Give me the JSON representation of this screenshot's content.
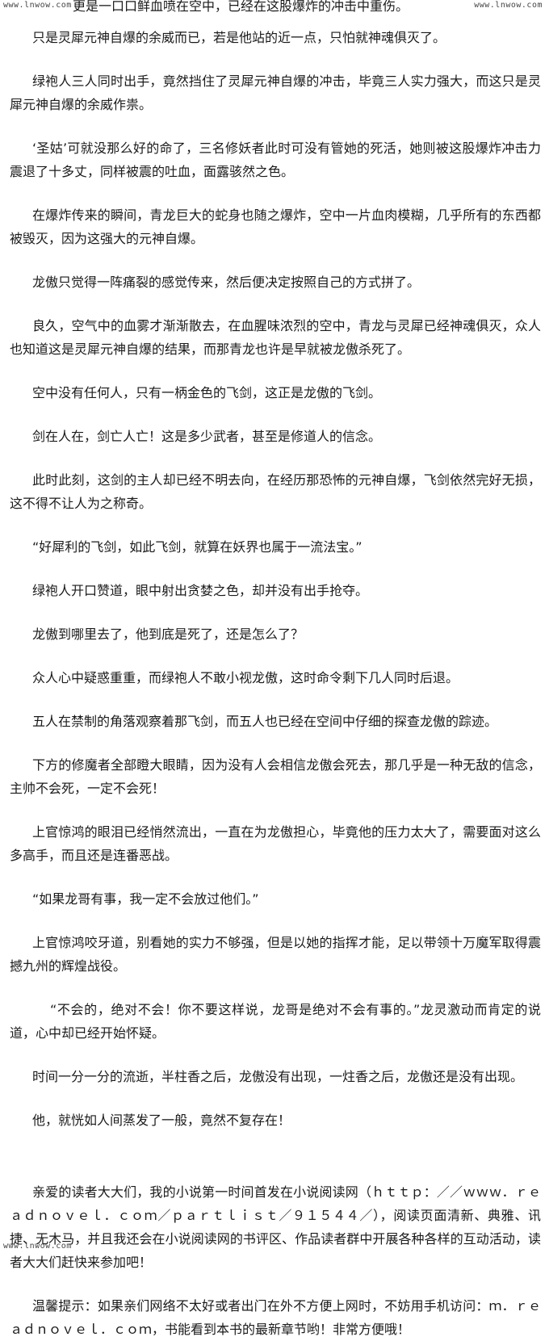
{
  "watermark": {
    "top_left": "www.lnwow.com",
    "top_right": "www.lnwow.com",
    "bottom_left": "www.lnwow.com"
  },
  "top_fragment": "更是一口口鲜血喷在空中，已经在这股爆炸的冲击中重伤。",
  "paragraphs": [
    "只是灵犀元神自爆的余威而已，若是他站的近一点，只怕就神魂俱灭了。",
    "绿袍人三人同时出手，竟然挡住了灵犀元神自爆的冲击，毕竟三人实力强大，而这只是灵犀元神自爆的余威作祟。",
    "‘圣姑’可就没那么好的命了，三名修妖者此时可没有管她的死活，她则被这股爆炸冲击力震退了十多丈，同样被震的吐血，面露骇然之色。",
    "在爆炸传来的瞬间，青龙巨大的蛇身也随之爆炸，空中一片血肉模糊，几乎所有的东西都被毁灭，因为这强大的元神自爆。",
    "龙傲只觉得一阵痛裂的感觉传来，然后便决定按照自己的方式拼了。",
    "良久，空气中的血雾才渐渐散去，在血腥味浓烈的空中，青龙与灵犀已经神魂俱灭，众人也知道这是灵犀元神自爆的结果，而那青龙也许是早就被龙傲杀死了。",
    "空中没有任何人，只有一柄金色的飞剑，这正是龙傲的飞剑。",
    "剑在人在，剑亡人亡！这是多少武者，甚至是修道人的信念。",
    "此时此刻，这剑的主人却已经不明去向，在经历那恐怖的元神自爆，飞剑依然完好无损，这不得不让人为之称奇。",
    "“好犀利的飞剑，如此飞剑，就算在妖界也属于一流法宝。”",
    "绿袍人开口赞道，眼中射出贪婪之色，却并没有出手抢夺。",
    "龙傲到哪里去了，他到底是死了，还是怎么了？",
    "众人心中疑惑重重，而绿袍人不敢小视龙傲，这时命令剩下几人同时后退。",
    "五人在禁制的角落观察着那飞剑，而五人也已经在空间中仔细的探查龙傲的踪迹。",
    "下方的修魔者全部瞪大眼睛，因为没有人会相信龙傲会死去，那几乎是一种无敌的信念，主帅不会死，一定不会死！",
    "上官惊鸿的眼泪已经悄然流出，一直在为龙傲担心，毕竟他的压力太大了，需要面对这么多高手，而且还是连番恶战。",
    "“如果龙哥有事，我一定不会放过他们。”",
    "上官惊鸿咬牙道，别看她的实力不够强，但是以她的指挥才能，足以带领十万魔军取得震撼九州的辉煌战役。",
    "“不会的，绝对不会！你不要这样说，龙哥是绝对不会有事的。”龙灵激动而肯定的说道，心中却已经开始怀疑。",
    "时间一分一分的流逝，半柱香之后，龙傲没有出现，一炷香之后，龙傲还是没有出现。",
    "他，就恍如人间蒸发了一般，竟然不复存在！"
  ],
  "footer": {
    "notice": "亲爱的读者大大们，我的小说第一时间首发在小说阅读网（ｈｔｔｐ：／／ｗｗｗ．ｒｅａｄｎｏｖｅｌ．ｃｏｍ／ｐａｒｔｌｉｓｔ／９１５４４／），阅读页面清新、典雅、讯捷、无木马，并且我还会在小说阅读网的书评区、作品读者群中开展各种各样的互动活动，读者大大们赶快来参加吧！",
    "tip": "温馨提示：如果亲们网络不太好或者出门在外不方便上网时，不妨用手机访问：ｍ．ｒｅａｄｎｏｖｅｌ．ｃｏｍ，书能看到本书的最新章节哟！非常方便哦！"
  }
}
